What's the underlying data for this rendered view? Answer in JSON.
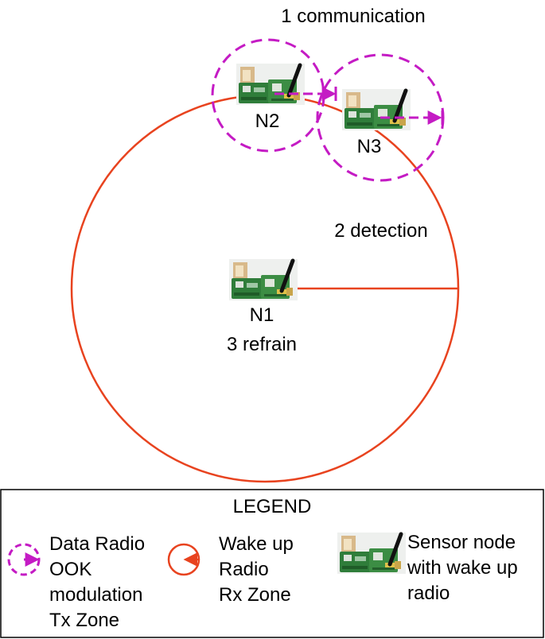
{
  "diagram": {
    "step_labels": {
      "communication": "1 communication",
      "detection": "2 detection",
      "refrain": "3 refrain"
    },
    "nodes": [
      {
        "id": "n1",
        "label": "N1"
      },
      {
        "id": "n2",
        "label": "N2"
      },
      {
        "id": "n3",
        "label": "N3"
      }
    ]
  },
  "legend": {
    "title": "LEGEND",
    "data_radio": [
      "Data Radio",
      "OOK",
      "modulation",
      "Tx Zone"
    ],
    "wakeup_radio": [
      "Wake up",
      "Radio",
      "Rx Zone"
    ],
    "sensor_node": [
      "Sensor node",
      "with wake up",
      "radio"
    ]
  },
  "colors": {
    "data_radio": "#c41bc4",
    "wakeup_radio": "#e8431f",
    "board_green": "#2f7d3a",
    "antenna": "#111111"
  },
  "icons": {
    "data_radio": "dashed-circle-arrow-icon",
    "wakeup_radio": "solid-circle-arrow-icon",
    "sensor_node": "sensor-node-photo-icon"
  }
}
